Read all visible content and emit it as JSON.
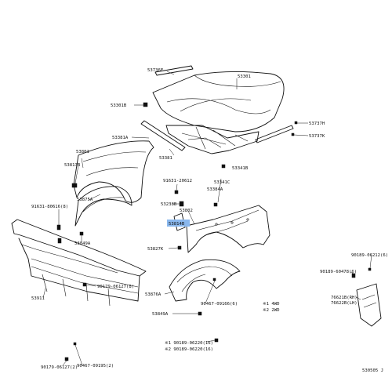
{
  "labels": {
    "p53736F": "53736F",
    "p53301": "53301",
    "p53301B": "53301B",
    "p53737H": "53737H",
    "p53737K": "53737K",
    "p53381A": "53381A",
    "p53801": "53801",
    "p53813B": "53813B",
    "p53381": "53381",
    "p53341B": "53341B",
    "p53341C": "53341C",
    "p91631_20612": "91631-20612",
    "p53384A": "53384A",
    "p53875A": "53875A",
    "p53238B": "53238B",
    "p53802": "53802",
    "p91631_80616": "91631-80616(8)",
    "p53814B": "53814B",
    "p53849A_top": "53849A",
    "p53827K": "53827K",
    "p90189_60478": "90189-60478(6)",
    "p90189_06212": "90189-06212(6)",
    "p90179_06127_8": "90179-06127(8)",
    "p53876A": "53876A",
    "p53911": "53911",
    "p90467_09166": "90467-09166(6)",
    "legend_4wd": "※1  4WD",
    "legend_2wd": "※2  2WD",
    "p76621B": "76621B(RH)",
    "p76622B": "76622B(LH)",
    "p53849A_bot": "53849A",
    "p90189_06220_1": "※1 90189-06220(16)",
    "p90189_06220_2": "※2 90189-06220(16)",
    "p90179_06127_2": "90179-06127(2)",
    "p90467_09195": "90467-09195(2)",
    "diagram_code": "530505 J"
  },
  "highlight_color": "#8ab8ee",
  "highlighted_part": "53814B"
}
